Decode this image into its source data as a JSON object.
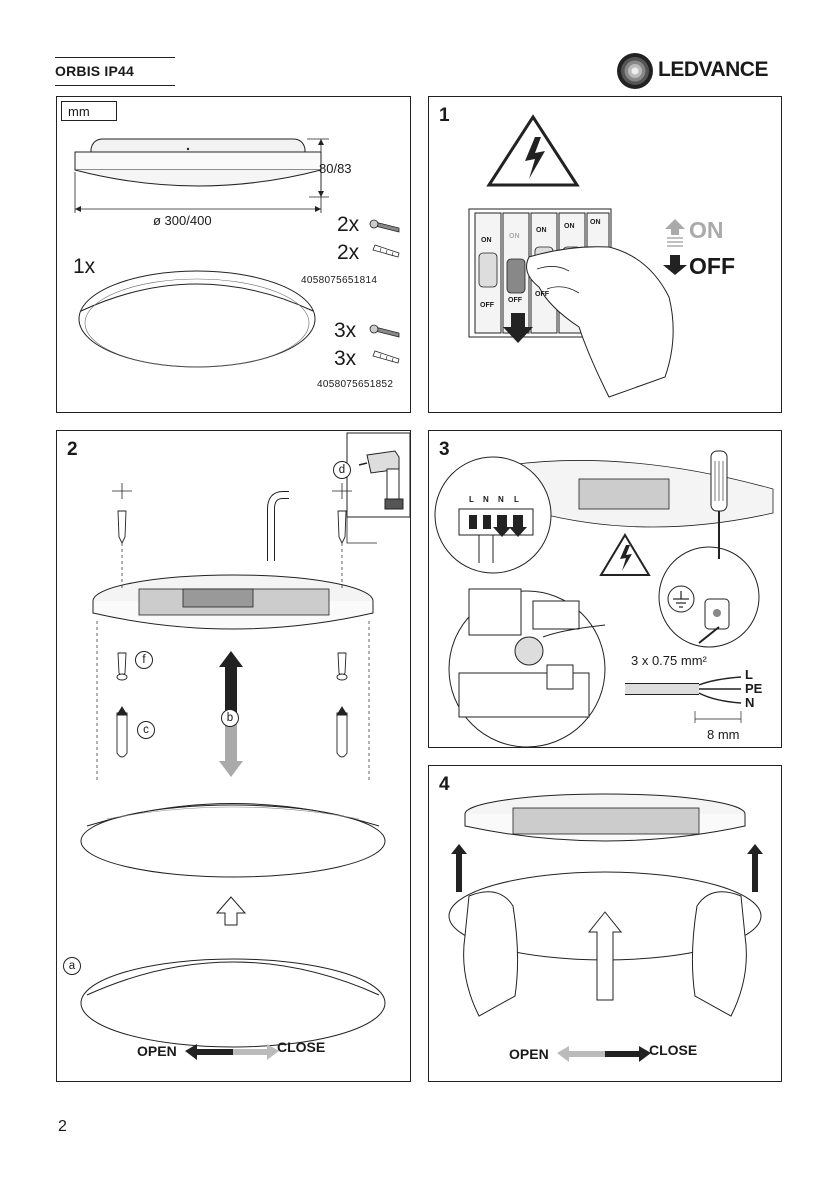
{
  "header": {
    "product": "ORBIS IP44",
    "brand": "LEDVANCE",
    "brand_color": "#1a1a1a"
  },
  "panel_dims": {
    "unit": "mm",
    "height": "80/83",
    "diameter": "ø 300/400",
    "luminaire_qty": "1x",
    "kit_a": {
      "screws": "2x",
      "plugs": "2x",
      "code": "4058075651814"
    },
    "kit_b": {
      "screws": "3x",
      "plugs": "3x",
      "code": "4058075651852"
    }
  },
  "step1": {
    "number": "1",
    "on": "ON",
    "off": "OFF",
    "breaker_labels": [
      "ON",
      "ON",
      "ON",
      "ON",
      "ON"
    ],
    "breaker_off_labels": [
      "OFF",
      "OFF",
      "OFF"
    ]
  },
  "step2": {
    "number": "2",
    "callouts": {
      "a": "a",
      "b": "b",
      "c": "c",
      "d": "d",
      "f": "f"
    },
    "open": "OPEN",
    "close": "CLOSE"
  },
  "step3": {
    "number": "3",
    "cable": "3 x 0.75 mm²",
    "wires": [
      "L",
      "PE",
      "N"
    ],
    "strip": "8 mm",
    "terminal_labels": [
      "L",
      "N",
      "N",
      "L"
    ]
  },
  "step4": {
    "number": "4",
    "open": "OPEN",
    "close": "CLOSE"
  },
  "page_number": "2",
  "icons": [
    "ledvance-logo-icon",
    "electrical-hazard-icon",
    "drill-icon",
    "ground-symbol-icon",
    "screwdriver-icon"
  ]
}
